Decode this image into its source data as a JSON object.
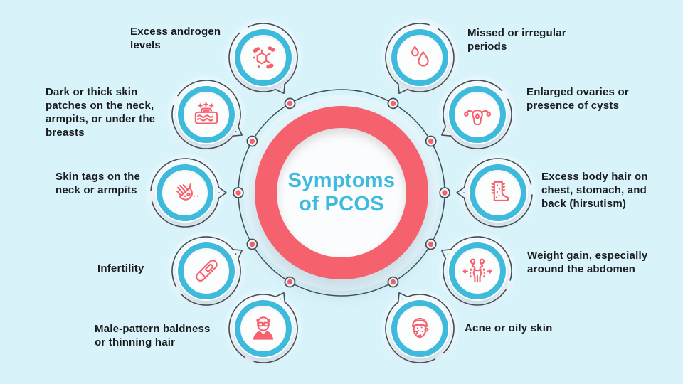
{
  "title": "Symptoms\nof PCOS",
  "palette": {
    "background": "#d9f3fb",
    "coral": "#f5616c",
    "cyan": "#3ebadd",
    "outline": "#474c52",
    "text": "#1a1c1f",
    "circle_fill": "#fbfcfd"
  },
  "symptoms": [
    {
      "id": "excess-androgen",
      "label": "Excess androgen\nlevels",
      "icon": "molecule-pills-icon"
    },
    {
      "id": "skin-patches",
      "label": "Dark or thick skin\npatches on the neck,\narmpits, or under the\nbreasts",
      "icon": "skin-patch-icon"
    },
    {
      "id": "skin-tags",
      "label": "Skin tags on the\nneck or armpits",
      "icon": "hand-spots-icon"
    },
    {
      "id": "infertility",
      "label": "Infertility",
      "icon": "pregnancy-test-icon"
    },
    {
      "id": "baldness",
      "label": "Male-pattern baldness\nor thinning hair",
      "icon": "bald-head-icon"
    },
    {
      "id": "irregular-periods",
      "label": "Missed or irregular\nperiods",
      "icon": "droplets-icon"
    },
    {
      "id": "enlarged-ovaries",
      "label": "Enlarged ovaries or\npresence of cysts",
      "icon": "uterus-icon"
    },
    {
      "id": "body-hair",
      "label": "Excess body hair on\nchest, stomach, and\nback (hirsutism)",
      "icon": "hairy-leg-icon"
    },
    {
      "id": "weight-gain",
      "label": "Weight gain, especially\naround the abdomen",
      "icon": "body-arrows-icon"
    },
    {
      "id": "acne",
      "label": "Acne or oily skin",
      "icon": "face-acne-icon"
    }
  ]
}
